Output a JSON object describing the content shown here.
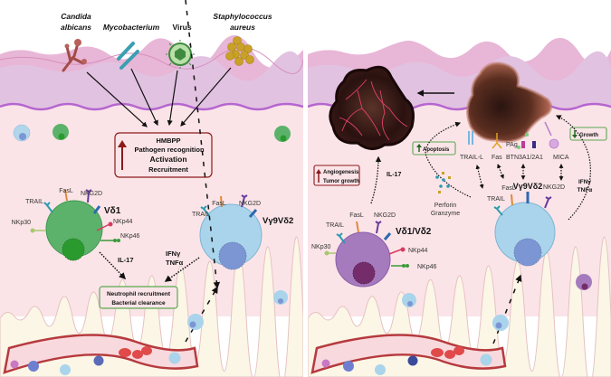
{
  "left_panel": {
    "pathogens": [
      {
        "line1": "Candida",
        "line2": "albicans"
      },
      {
        "line1": "Mycobacterium",
        "line2": ""
      },
      {
        "line1": "Virus",
        "line2": ""
      },
      {
        "line1": "Staphylococcus",
        "line2": "aureus"
      }
    ],
    "activation_box": {
      "lines": [
        "HMBPP",
        "Pathogen recognition",
        "Activation",
        "Recruitment"
      ],
      "arrow": "up-arrow",
      "color": "#8b1a1a"
    },
    "vd1_cell": {
      "name": "Vδ1",
      "receptors": [
        "TRAIL",
        "FasL",
        "NKG2D",
        "NKp30",
        "NKp44",
        "NKp46"
      ],
      "color": "#5cb26a"
    },
    "vg9vd2_cell": {
      "name": "Vγ9Vδ2",
      "receptors": [
        "TRAIL",
        "FasL",
        "NKG2D"
      ],
      "color": "#a9d3ea"
    },
    "cytokines_vd1": "IL-17",
    "cytokines_vg9": [
      "IFNγ",
      "TNFα"
    ],
    "outcome_box": {
      "lines": [
        "Neutrophil recruitment",
        "Bacterial clearance"
      ],
      "color": "#5aa84f"
    }
  },
  "right_panel": {
    "tumor_box": {
      "lines": [
        "Angiogenesis",
        "Tumor growth"
      ],
      "arrow": "up-arrow",
      "color": "#8b1a1a"
    },
    "il17": "IL-17",
    "apoptosis": {
      "label": "Apoptosis",
      "arrow": "up-arrow"
    },
    "growth": {
      "label": "Growth",
      "arrow": "down-arrow"
    },
    "tumor_ligands": [
      "TRAIL-L",
      "Fas",
      "BTN3A1/2A1",
      "MICA"
    ],
    "pag": "PAg",
    "vg9vd2_cell": {
      "name": "Vγ9Vδ2",
      "receptors": [
        "TRAIL",
        "FasL",
        "NKG2D"
      ]
    },
    "cytotoxic": [
      "Perforin",
      "Granzyme"
    ],
    "cytokines": [
      "IFNγ",
      "TNFα"
    ],
    "vd1vd2_cell": {
      "name": "Vδ1/Vδ2",
      "receptors": [
        "TRAIL",
        "FasL",
        "NKG2D",
        "NKp30",
        "NKp44",
        "NKp46"
      ],
      "color": "#a57bbd"
    }
  },
  "colors": {
    "white_bg": "#ffffff",
    "epidermis_top": "#e6b3d6",
    "epidermis": "#e3c3e2",
    "basement": "#b566cf",
    "dermis": "#fbe5e8",
    "hypodermis": "#fbf6e6",
    "vessel": "#b63a3e"
  }
}
